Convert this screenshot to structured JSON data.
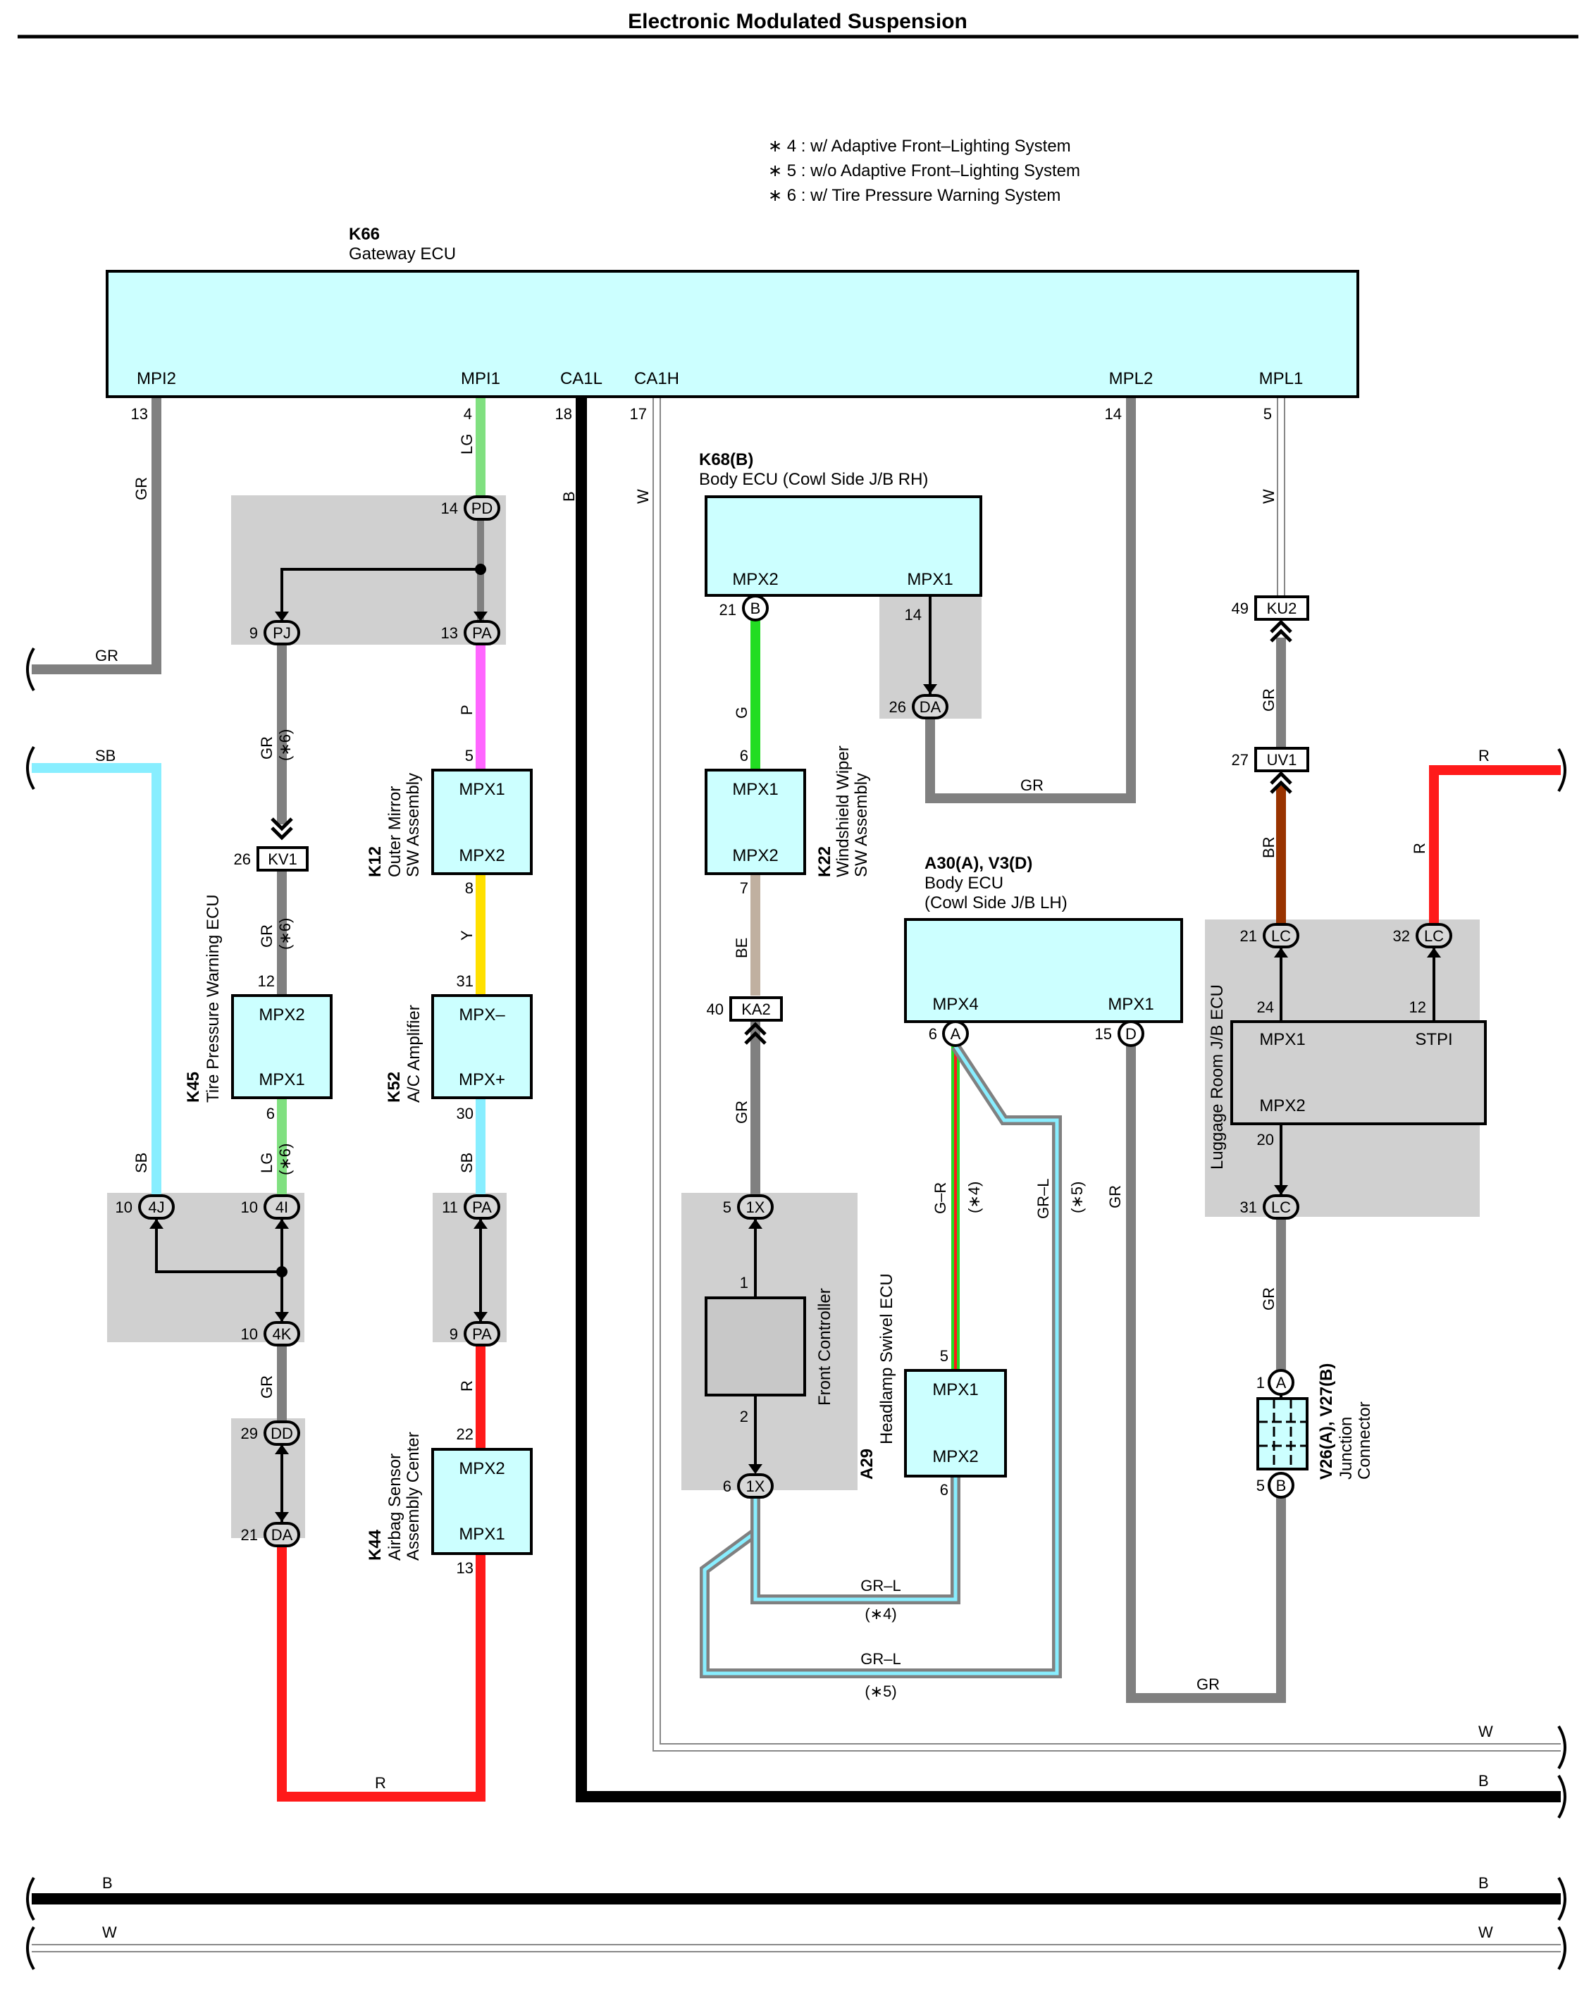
{
  "title": "Electronic Modulated Suspension",
  "notes": [
    "∗ 4 : w/ Adaptive Front–Lighting System",
    "∗ 5 : w/o Adaptive Front–Lighting System",
    "∗ 6 : w/ Tire Pressure Warning System"
  ],
  "colors": {
    "ecu_fill": "#ccffff",
    "junction_shade": "#d0d0d0",
    "wire_GR": "#808080",
    "wire_LG": "#80e080",
    "wire_P": "#ff66ff",
    "wire_Y": "#ffe000",
    "wire_SB": "#88eeff",
    "wire_R": "#ff1a1a",
    "wire_B": "#000000",
    "wire_W": "#ffffff",
    "wire_G": "#22dd22",
    "wire_BE": "#c0b0a0",
    "wire_BR": "#993300"
  },
  "gateway": {
    "code": "K66",
    "name": "Gateway ECU",
    "pins": [
      "MPI2",
      "MPI1",
      "CA1L",
      "CA1H",
      "MPL2",
      "MPL1"
    ],
    "pin_numbers": [
      "13",
      "4",
      "18",
      "17",
      "14",
      "5"
    ]
  },
  "body_ecu_rh": {
    "code": "K68(B)",
    "name": "Body ECU (Cowl Side J/B RH)",
    "pins": [
      "MPX2",
      "MPX1"
    ],
    "pin_numbers": [
      "21",
      "14"
    ],
    "conn": "B"
  },
  "body_ecu_lh": {
    "code": "A30(A), V3(D)",
    "name1": "Body ECU",
    "name2": "(Cowl Side J/B LH)",
    "pins": [
      "MPX4",
      "MPX1"
    ],
    "pin_numbers": [
      "6",
      "15"
    ],
    "conns": [
      "A",
      "D"
    ]
  },
  "k12": {
    "code": "K12",
    "name1": "Outer Mirror",
    "name2": "SW Assembly",
    "pins": [
      "MPX1",
      "MPX2"
    ],
    "pin_numbers": [
      "5",
      "8"
    ]
  },
  "k52": {
    "code": "K52",
    "name1": "A/C Amplifier",
    "pins": [
      "MPX–",
      "MPX+"
    ],
    "pin_numbers": [
      "31",
      "30"
    ]
  },
  "k44": {
    "code": "K44",
    "name1": "Airbag Sensor",
    "name2": "Assembly Center",
    "pins": [
      "MPX2",
      "MPX1"
    ],
    "pin_numbers": [
      "22",
      "13"
    ]
  },
  "k45": {
    "code": "K45",
    "name1": "Tire Pressure Warning ECU",
    "pins": [
      "MPX2",
      "MPX1"
    ],
    "pin_numbers": [
      "12",
      "6"
    ]
  },
  "k22": {
    "code": "K22",
    "name1": "Windshield Wiper",
    "name2": "SW Assembly",
    "pins": [
      "MPX1",
      "MPX2"
    ],
    "pin_numbers": [
      "6",
      "7"
    ]
  },
  "a29": {
    "code": "A29",
    "name1": "Headlamp Swivel ECU",
    "pins": [
      "MPX1",
      "MPX2"
    ],
    "pin_numbers": [
      "5",
      "6"
    ]
  },
  "front_controller": {
    "name": "Front Controller",
    "pin_numbers": [
      "1",
      "2"
    ]
  },
  "luggage_ecu": {
    "name": "Luggage Room J/B ECU",
    "pins": [
      "MPX1",
      "STPI",
      "MPX2"
    ],
    "pin_numbers": [
      "24",
      "12",
      "20"
    ]
  },
  "junction_connector": {
    "code": "V26(A), V27(B)",
    "name1": "Junction",
    "name2": "Connector",
    "pins": [
      "A",
      "B"
    ],
    "pin_numbers": [
      "1",
      "5"
    ]
  },
  "connectors": [
    {
      "id": "PD",
      "num": "14"
    },
    {
      "id": "PJ",
      "num": "9"
    },
    {
      "id": "PA",
      "num": "13"
    },
    {
      "id": "KV1",
      "num": "26"
    },
    {
      "id": "4J",
      "num": "10"
    },
    {
      "id": "4I",
      "num": "10"
    },
    {
      "id": "4K",
      "num": "10"
    },
    {
      "id": "DD",
      "num": "29"
    },
    {
      "id": "DA",
      "num": "21"
    },
    {
      "id": "PA",
      "num": "11"
    },
    {
      "id": "PA",
      "num": "9"
    },
    {
      "id": "DA",
      "num": "26"
    },
    {
      "id": "KA2",
      "num": "40"
    },
    {
      "id": "1X",
      "num": "5"
    },
    {
      "id": "1X",
      "num": "6"
    },
    {
      "id": "KU2",
      "num": "49"
    },
    {
      "id": "UV1",
      "num": "27"
    },
    {
      "id": "LC",
      "num": "21"
    },
    {
      "id": "LC",
      "num": "32"
    },
    {
      "id": "LC",
      "num": "31"
    }
  ],
  "wire_labels": {
    "gr": "GR",
    "lg": "LG",
    "p": "P",
    "y": "Y",
    "sb": "SB",
    "r": "R",
    "b": "B",
    "w": "W",
    "g": "G",
    "be": "BE",
    "br": "BR",
    "gr_l": "GR–L",
    "g_r": "G–R",
    "star4": "(∗4)",
    "star5": "(∗5)",
    "star6": "(∗6)"
  }
}
